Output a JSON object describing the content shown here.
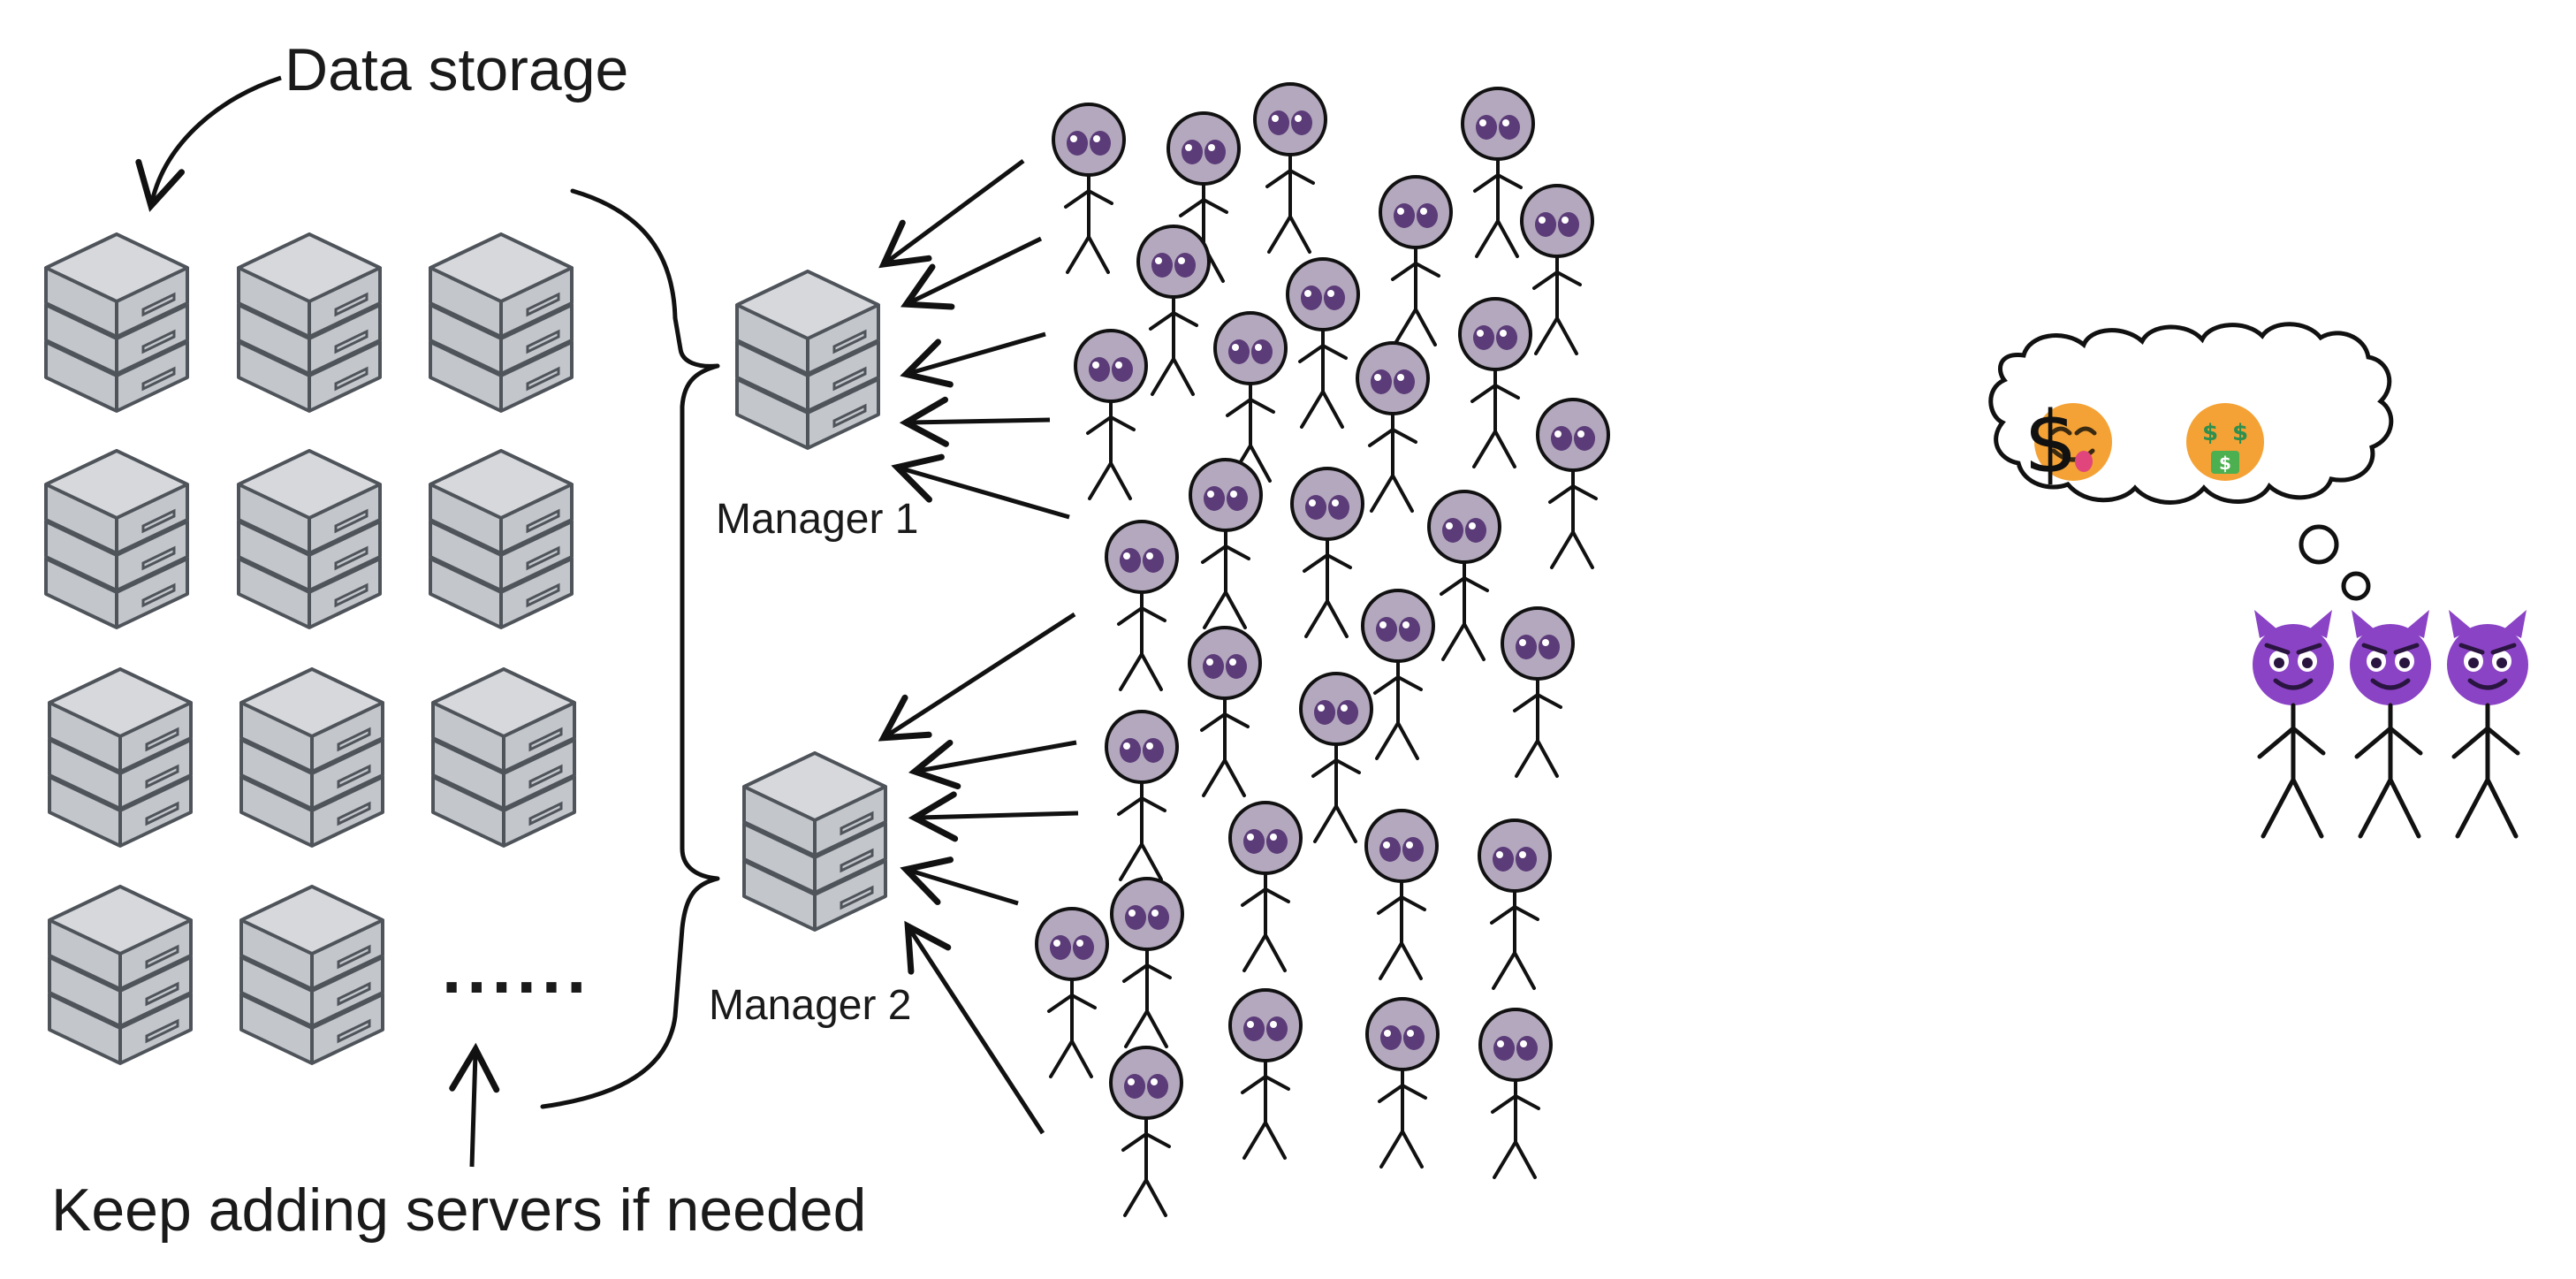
{
  "labels": {
    "data_storage": "Data storage",
    "manager_1": "Manager 1",
    "manager_2": "Manager 2",
    "keep_adding": "Keep adding servers if needed",
    "ellipsis": "......"
  },
  "thought_bubble": {
    "dollar": "$",
    "emojis": [
      "yum-face-icon",
      "dollar-sign",
      "money-mouth-face-icon"
    ]
  },
  "icons": {
    "server": "server-stack-icon",
    "alien": "alien-stick-figure-icon",
    "devil": "smiling-devil-stick-figure-icon"
  },
  "colors": {
    "server_top": "#d6d8dc",
    "server_side": "#c3c6cb",
    "server_stroke": "#4f545b",
    "alien_head": "#b3a8bd",
    "alien_eyes": "#5b3b78",
    "devil": "#8b43c6",
    "emoji_face": "#f4a235",
    "ink": "#111111"
  }
}
